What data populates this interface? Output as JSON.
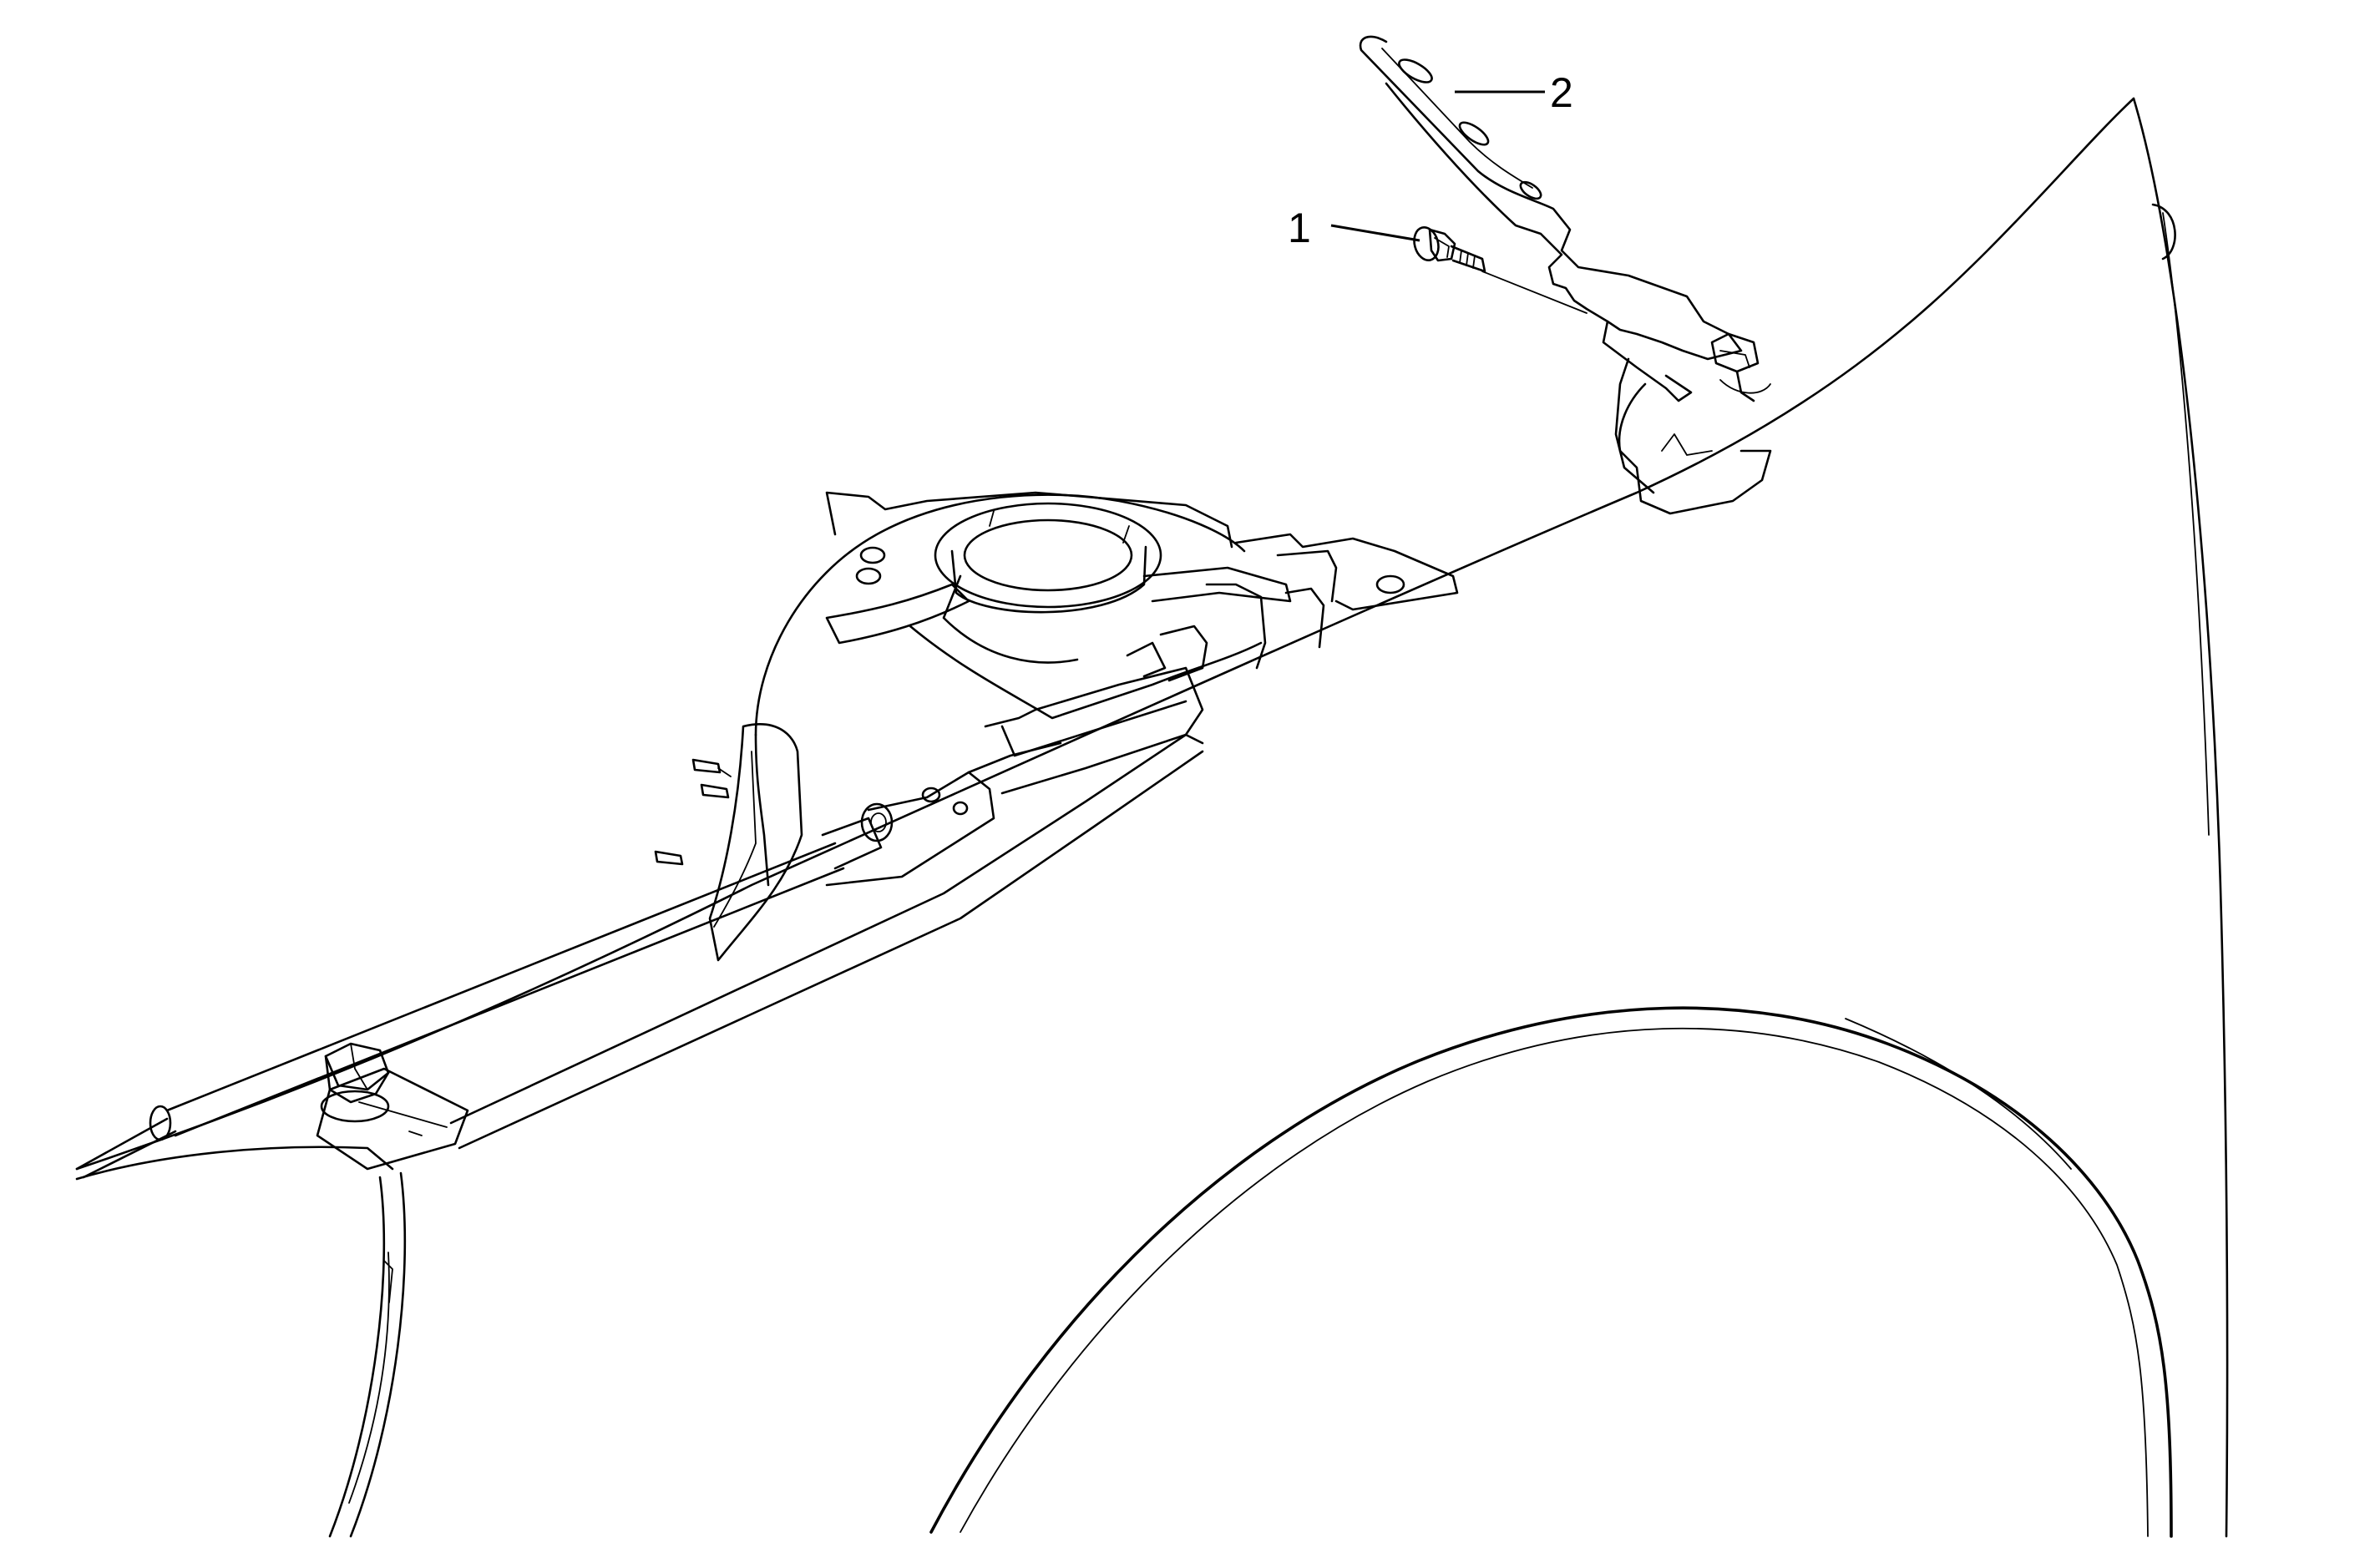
{
  "diagram": {
    "callouts": [
      {
        "number": "1",
        "part": "bolt"
      },
      {
        "number": "2",
        "part": "bracket"
      }
    ],
    "colors": {
      "line": "#000000",
      "background": "#ffffff"
    }
  }
}
